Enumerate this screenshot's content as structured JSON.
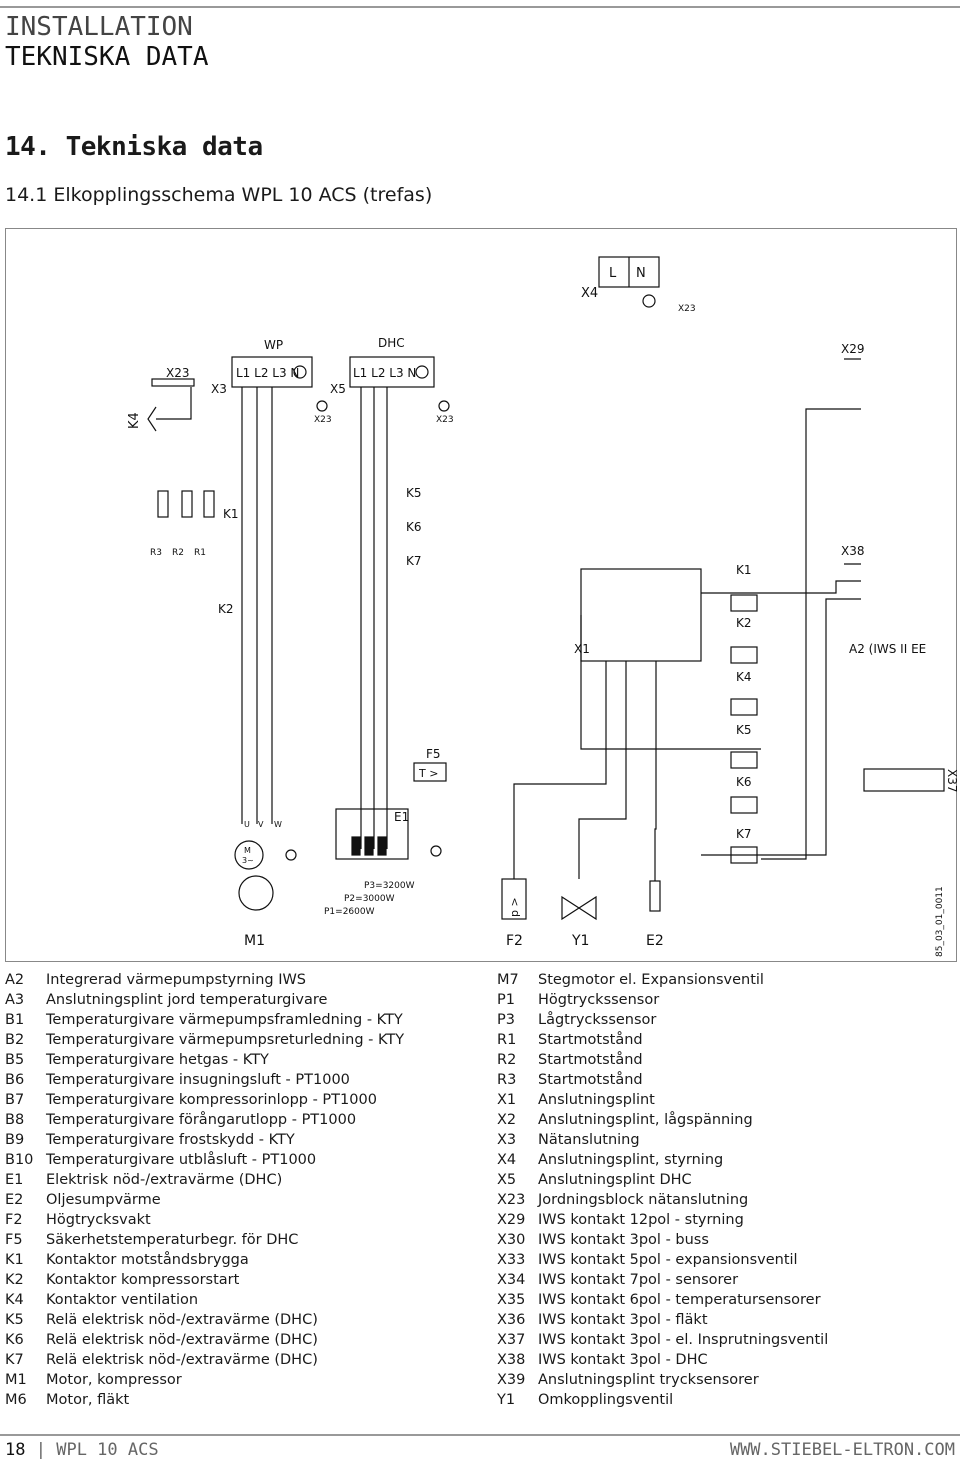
{
  "header": {
    "section": "INSTALLATION",
    "subsection": "TEKNISKA DATA"
  },
  "heading": "14.  Tekniska data",
  "subheading": "14.1  Elkopplingsschema WPL 10 ACS (trefas)",
  "diagram": {
    "labels": {
      "x4": "X4",
      "l": "L",
      "n": "N",
      "x23a": "X23",
      "wp": "WP",
      "dhc": "DHC",
      "wp_terms": "L1 L2 L3 N",
      "dhc_terms": "L1 L2 L3 N",
      "x23b": "X23",
      "x3": "X3",
      "x5": "X5",
      "x23c": "X23",
      "x23d": "X23",
      "k4": "K4",
      "x29": "X29",
      "x38": "X38",
      "k1": "K1",
      "k2": "K2",
      "k5": "K5",
      "k6": "K6",
      "k7": "K7",
      "r3": "R3",
      "r2": "R2",
      "r1": "R1",
      "x1": "X1",
      "a2": "A2 (IWS II EE",
      "f5": "F5",
      "t": "T >",
      "e1": "E1",
      "x37": "X37",
      "p3": "P3=3200W",
      "p2": "P2=3000W",
      "p1": "P1=2600W",
      "m1": "M1",
      "f2": "F2",
      "y1": "Y1",
      "e2": "E2",
      "p": "p >",
      "motor": "M",
      "motor_ph": "3~",
      "u": "U",
      "v": "V",
      "w": "W",
      "ka1": "K1",
      "ka2": "K2",
      "ka4": "K4",
      "kb5": "K5",
      "kb6": "K6",
      "kb7": "K7",
      "code": "85_03_01_0011"
    }
  },
  "legend_left": [
    {
      "code": "A2",
      "desc": "Integrerad värmepumpstyrning IWS"
    },
    {
      "code": "A3",
      "desc": "Anslutningsplint jord temperaturgivare"
    },
    {
      "code": "B1",
      "desc": "Temperaturgivare värmepumpsframledning - KTY"
    },
    {
      "code": "B2",
      "desc": "Temperaturgivare värmepumpsreturledning - KTY"
    },
    {
      "code": "B5",
      "desc": "Temperaturgivare hetgas - KTY"
    },
    {
      "code": "B6",
      "desc": "Temperaturgivare insugningsluft - PT1000"
    },
    {
      "code": "B7",
      "desc": "Temperaturgivare kompressorinlopp - PT1000"
    },
    {
      "code": "B8",
      "desc": "Temperaturgivare förångarutlopp - PT1000"
    },
    {
      "code": "B9",
      "desc": "Temperaturgivare frostskydd - KTY"
    },
    {
      "code": "B10",
      "desc": "Temperaturgivare utblåsluft - PT1000"
    },
    {
      "code": "E1",
      "desc": "Elektrisk nöd-/extravärme (DHC)"
    },
    {
      "code": "E2",
      "desc": "Oljesumpvärme"
    },
    {
      "code": "F2",
      "desc": "Högtrycksvakt"
    },
    {
      "code": "F5",
      "desc": "Säkerhetstemperaturbegr. för DHC"
    },
    {
      "code": "K1",
      "desc": "Kontaktor motståndsbrygga"
    },
    {
      "code": "K2",
      "desc": "Kontaktor kompressorstart"
    },
    {
      "code": "K4",
      "desc": "Kontaktor ventilation"
    },
    {
      "code": "K5",
      "desc": "Relä elektrisk nöd-/extravärme (DHC)"
    },
    {
      "code": "K6",
      "desc": "Relä elektrisk nöd-/extravärme (DHC)"
    },
    {
      "code": "K7",
      "desc": "Relä elektrisk nöd-/extravärme (DHC)"
    },
    {
      "code": "M1",
      "desc": "Motor, kompressor"
    },
    {
      "code": "M6",
      "desc": "Motor, fläkt"
    }
  ],
  "legend_right": [
    {
      "code": "M7",
      "desc": "Stegmotor el. Expansionsventil"
    },
    {
      "code": "P1",
      "desc": "Högtryckssensor"
    },
    {
      "code": "P3",
      "desc": "Lågtryckssensor"
    },
    {
      "code": "R1",
      "desc": "Startmotstånd"
    },
    {
      "code": "R2",
      "desc": "Startmotstånd"
    },
    {
      "code": "R3",
      "desc": "Startmotstånd"
    },
    {
      "code": "X1",
      "desc": "Anslutningsplint"
    },
    {
      "code": "X2",
      "desc": "Anslutningsplint, lågspänning"
    },
    {
      "code": "X3",
      "desc": "Nätanslutning"
    },
    {
      "code": "X4",
      "desc": "Anslutningsplint, styrning"
    },
    {
      "code": "X5",
      "desc": "Anslutningsplint DHC"
    },
    {
      "code": "X23",
      "desc": "Jordningsblock nätanslutning"
    },
    {
      "code": "X29",
      "desc": "IWS kontakt 12pol - styrning"
    },
    {
      "code": "X30",
      "desc": "IWS kontakt 3pol - buss"
    },
    {
      "code": "X33",
      "desc": "IWS kontakt 5pol - expansionsventil"
    },
    {
      "code": "X34",
      "desc": "IWS kontakt 7pol - sensorer"
    },
    {
      "code": "X35",
      "desc": "IWS kontakt 6pol - temperatursensorer"
    },
    {
      "code": "X36",
      "desc": "IWS kontakt 3pol - fläkt"
    },
    {
      "code": "X37",
      "desc": "IWS kontakt 3pol - el. Insprutningsventil"
    },
    {
      "code": "X38",
      "desc": "IWS kontakt 3pol - DHC"
    },
    {
      "code": "X39",
      "desc": "Anslutningsplint trycksensorer"
    },
    {
      "code": "Y1",
      "desc": "Omkopplingsventil"
    }
  ],
  "footer": {
    "page": "18",
    "sep": "|",
    "model": "WPL 10 ACS",
    "url": "WWW.STIEBEL-ELTRON.COM"
  }
}
